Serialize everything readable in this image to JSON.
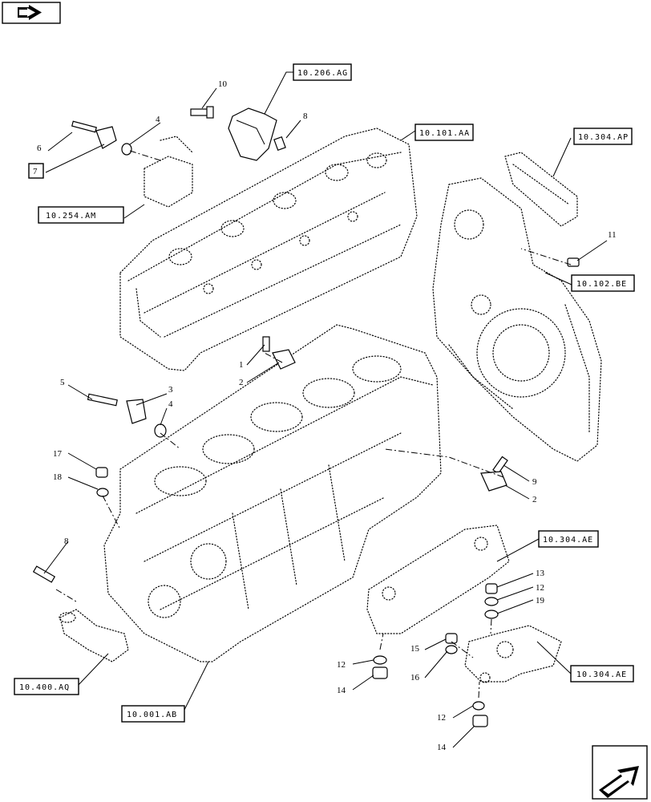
{
  "nav": {
    "prev_icon": "back-arrow-icon",
    "next_icon": "forward-arrow-icon"
  },
  "callouts": {
    "c1": "1",
    "c2a": "2",
    "c2b": "2",
    "c3": "3",
    "c4a": "4",
    "c4b": "4",
    "c5": "5",
    "c6": "6",
    "c7": "7",
    "c8a": "8",
    "c8b": "8",
    "c9": "9",
    "c10": "10",
    "c11": "11",
    "c12a": "12",
    "c12b": "12",
    "c12c": "12",
    "c13": "13",
    "c14a": "14",
    "c14b": "14",
    "c15": "15",
    "c16": "16",
    "c17": "17",
    "c18": "18",
    "c19": "19"
  },
  "references": {
    "r206AG": "10.206.AG",
    "r101AA": "10.101.AA",
    "r304AP": "10.304.AP",
    "r254AM": "10.254.AM",
    "r102BE": "10.102.BE",
    "r304AE_a": "10.304.AE",
    "r304AE_b": "10.304.AE",
    "r400AQ": "10.400.AQ",
    "r001AB": "10.001.AB"
  }
}
